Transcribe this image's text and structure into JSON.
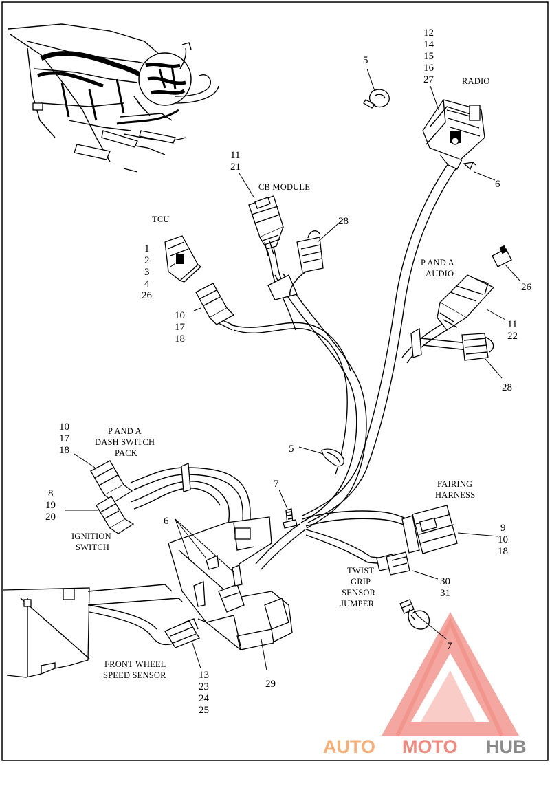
{
  "diagram": {
    "callouts": {
      "tcu": [
        "1",
        "2",
        "3",
        "4",
        "26"
      ],
      "tcu_connector": [
        "10",
        "17",
        "18"
      ],
      "cb_module": [
        "11",
        "21"
      ],
      "cb_plug": "28",
      "radio_clip": "5",
      "radio": [
        "12",
        "14",
        "15",
        "16",
        "27"
      ],
      "radio_tie": "6",
      "pa_audio_small": "26",
      "pa_audio_conn": [
        "11",
        "22"
      ],
      "pa_audio_plug": "28",
      "center_clip": "5",
      "dash_switch": [
        "10",
        "17",
        "18"
      ],
      "ignition": [
        "8",
        "19",
        "20"
      ],
      "ties_group": "6",
      "push_pin": "7",
      "fairing": [
        "9",
        "10",
        "18"
      ],
      "twist_grip": [
        "30",
        "31"
      ],
      "lower_pin": "7",
      "front_wheel": [
        "13",
        "23",
        "24",
        "25"
      ],
      "bracket": "29"
    },
    "labels": {
      "radio": "RADIO",
      "cb_module": "CB MODULE",
      "tcu": "TCU",
      "p_and_a_audio": [
        "P AND A",
        "AUDIO"
      ],
      "p_and_a_dash": [
        "P AND A",
        "DASH SWITCH",
        "PACK"
      ],
      "ignition": [
        "IGNITION",
        "SWITCH"
      ],
      "fairing": [
        "FAIRING",
        "HARNESS"
      ],
      "twist_grip": [
        "TWIST",
        "GRIP",
        "SENSOR",
        "JUMPER"
      ],
      "front_wheel": [
        "FRONT WHEEL",
        "SPEED SENSOR"
      ]
    }
  },
  "watermark": {
    "parts": [
      "AUTO",
      "MOTO",
      "HUB"
    ],
    "colors": {
      "auto": "#f5b07a",
      "moto": "#f08a80",
      "hub": "#8a8a8a",
      "triangle": "#f08a80"
    }
  }
}
